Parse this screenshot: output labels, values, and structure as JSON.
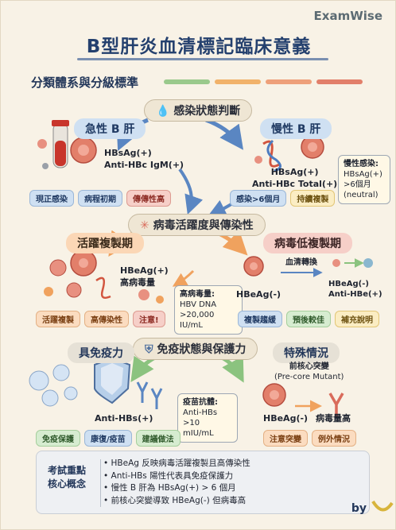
{
  "brand": "ExamWise",
  "title": "B型肝炎血清標記臨床意義",
  "subtitle": "分類體系與分級標準",
  "colors": {
    "gradient": [
      "#9ac98c",
      "#f1b26a",
      "#e27f6a"
    ],
    "blue": "#5a86c2",
    "orange": "#f0a25e",
    "green": "#8bc37f",
    "red": "#d96b5b"
  },
  "infection": {
    "title": "感染狀態判斷",
    "acute": {
      "label": "急性 B 肝",
      "markers": [
        "HBsAg(+)",
        "Anti-HBc IgM(+)"
      ],
      "tags": [
        "現正感染",
        "病程初期",
        "傳傳性高"
      ]
    },
    "chronic": {
      "label": "慢性 B 肝",
      "markers": [
        "HBsAg(+)",
        "Anti-HBc Total(+)"
      ],
      "tags": [
        "感染>6個月",
        "持續複製"
      ],
      "note_title": "慢性感染:",
      "note_lines": [
        "HBsAg(+)",
        ">6個月",
        "(neutral)"
      ]
    }
  },
  "activity": {
    "title": "病毒活躍度與傳染性",
    "active": {
      "label": "活躍複製期",
      "markers": [
        "HBeAg(+)",
        "高病毒量"
      ],
      "tags": [
        "活躍複製",
        "高傳染性",
        "注意!"
      ],
      "note_title": "高病毒量:",
      "note_lines": [
        "HBV DNA",
        ">20,000 IU/mL"
      ]
    },
    "low": {
      "label": "病毒低複製期",
      "marker": "HBeAg(-)",
      "conversion": "血清轉換",
      "conv_lines": [
        "HBeAg(-)",
        "Anti-HBe(+)"
      ],
      "tags": [
        "複製趨緩",
        "預後較佳",
        "補充說明"
      ]
    }
  },
  "immunity": {
    "title": "免疫狀態與保護力",
    "immune": {
      "label": "具免疫力",
      "marker": "Anti-HBs(+)",
      "tags": [
        "免疫保護",
        "康復/疫苗",
        "建議做法"
      ],
      "note_title": "疫苗抗體:",
      "note_lines": [
        "Anti-HBs",
        ">10 mIU/mL"
      ]
    },
    "special": {
      "label": "特殊情況",
      "sub1": "前核心突變",
      "sub2": "(Pre-core Mutant)",
      "marker": "HBeAg(-)",
      "result": "病毒量高",
      "tags": [
        "注意突變",
        "例外情況"
      ]
    }
  },
  "summary": {
    "label_lines": [
      "考試重點",
      "核心概念"
    ],
    "points": [
      "• HBeAg 反映病毒活躍複製且高傳染性",
      "• Anti-HBs 陽性代表具免疫保護力",
      "• 慢性 B 肝為 HBsAg(+) > 6 個月",
      "• 前核心突變導致 HBeAg(-) 但病毒高"
    ]
  },
  "footer": "by"
}
